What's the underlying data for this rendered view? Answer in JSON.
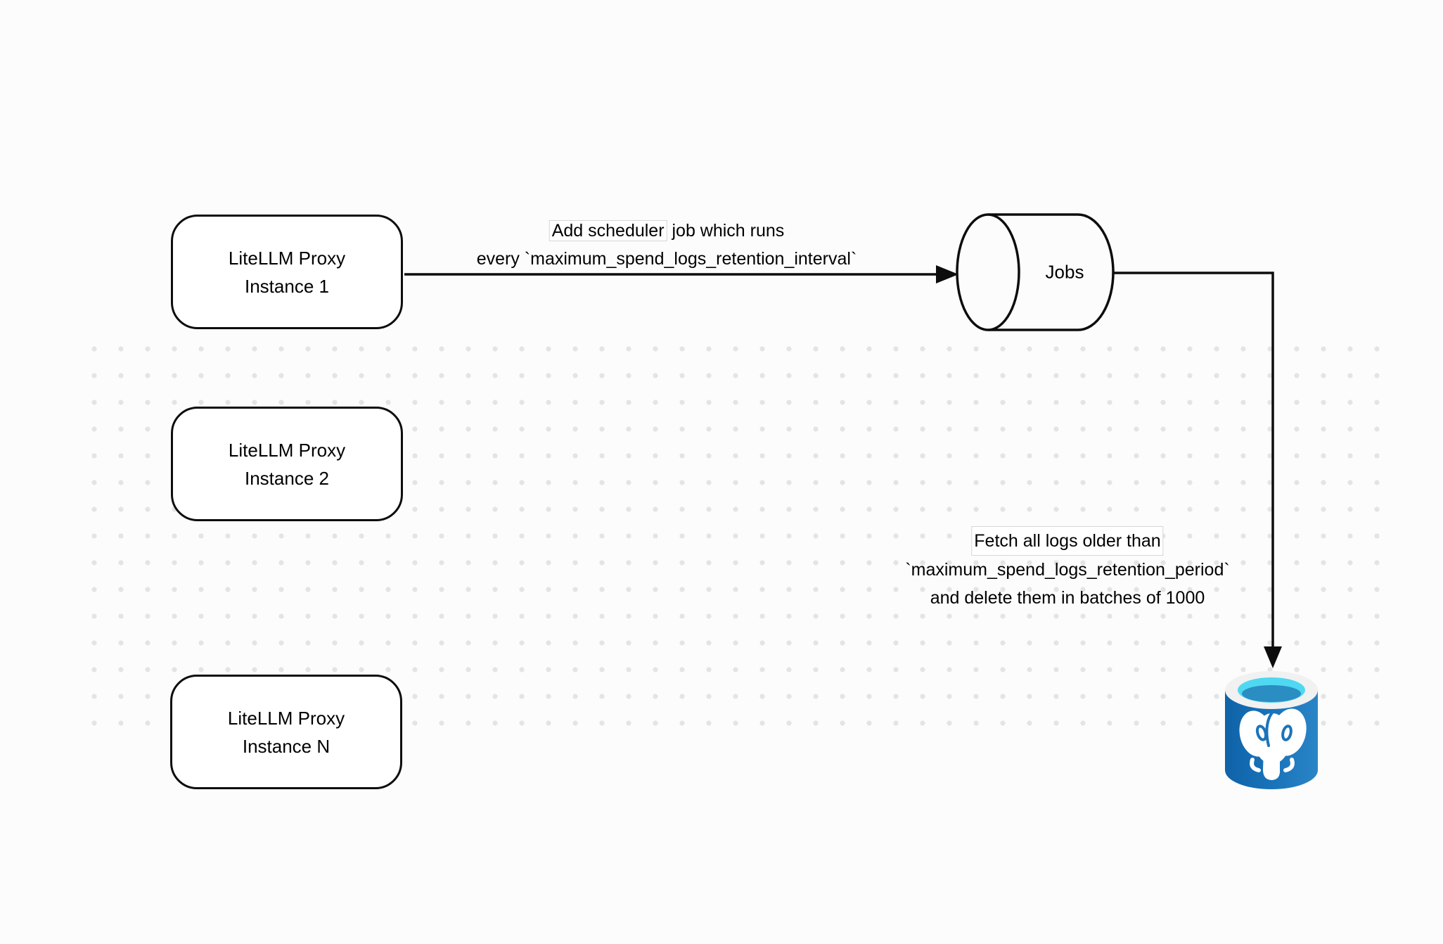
{
  "nodes": [
    {
      "line1": "LiteLLM Proxy",
      "line2": "Instance 1"
    },
    {
      "line1": "LiteLLM Proxy",
      "line2": "Instance 2"
    },
    {
      "line1": "LiteLLM Proxy",
      "line2": "Instance N"
    }
  ],
  "queue": {
    "label": "Jobs"
  },
  "edges": {
    "scheduler": {
      "line1_boxed": "Add scheduler",
      "line1_rest": " job which runs",
      "line2": "every `maximum_spend_logs_retention_interval`"
    },
    "fetch": {
      "line1": "Fetch all logs older than",
      "line2": "`maximum_spend_logs_retention_period`",
      "line3": "and delete them in batches of 1000"
    }
  },
  "icons": {
    "database": "postgresql-database-icon"
  },
  "colors": {
    "background": "#fcfcfc",
    "dot_grid": "#e4e4e4",
    "shape_stroke": "#0d0d0d",
    "db_body_blue": "#0f63a8",
    "db_body_blue_light": "#2a85c6",
    "db_top_cyan": "#4fd8f2",
    "db_top_cyan_dark": "#2a8ec2",
    "db_ring": "#f1f1f1"
  }
}
